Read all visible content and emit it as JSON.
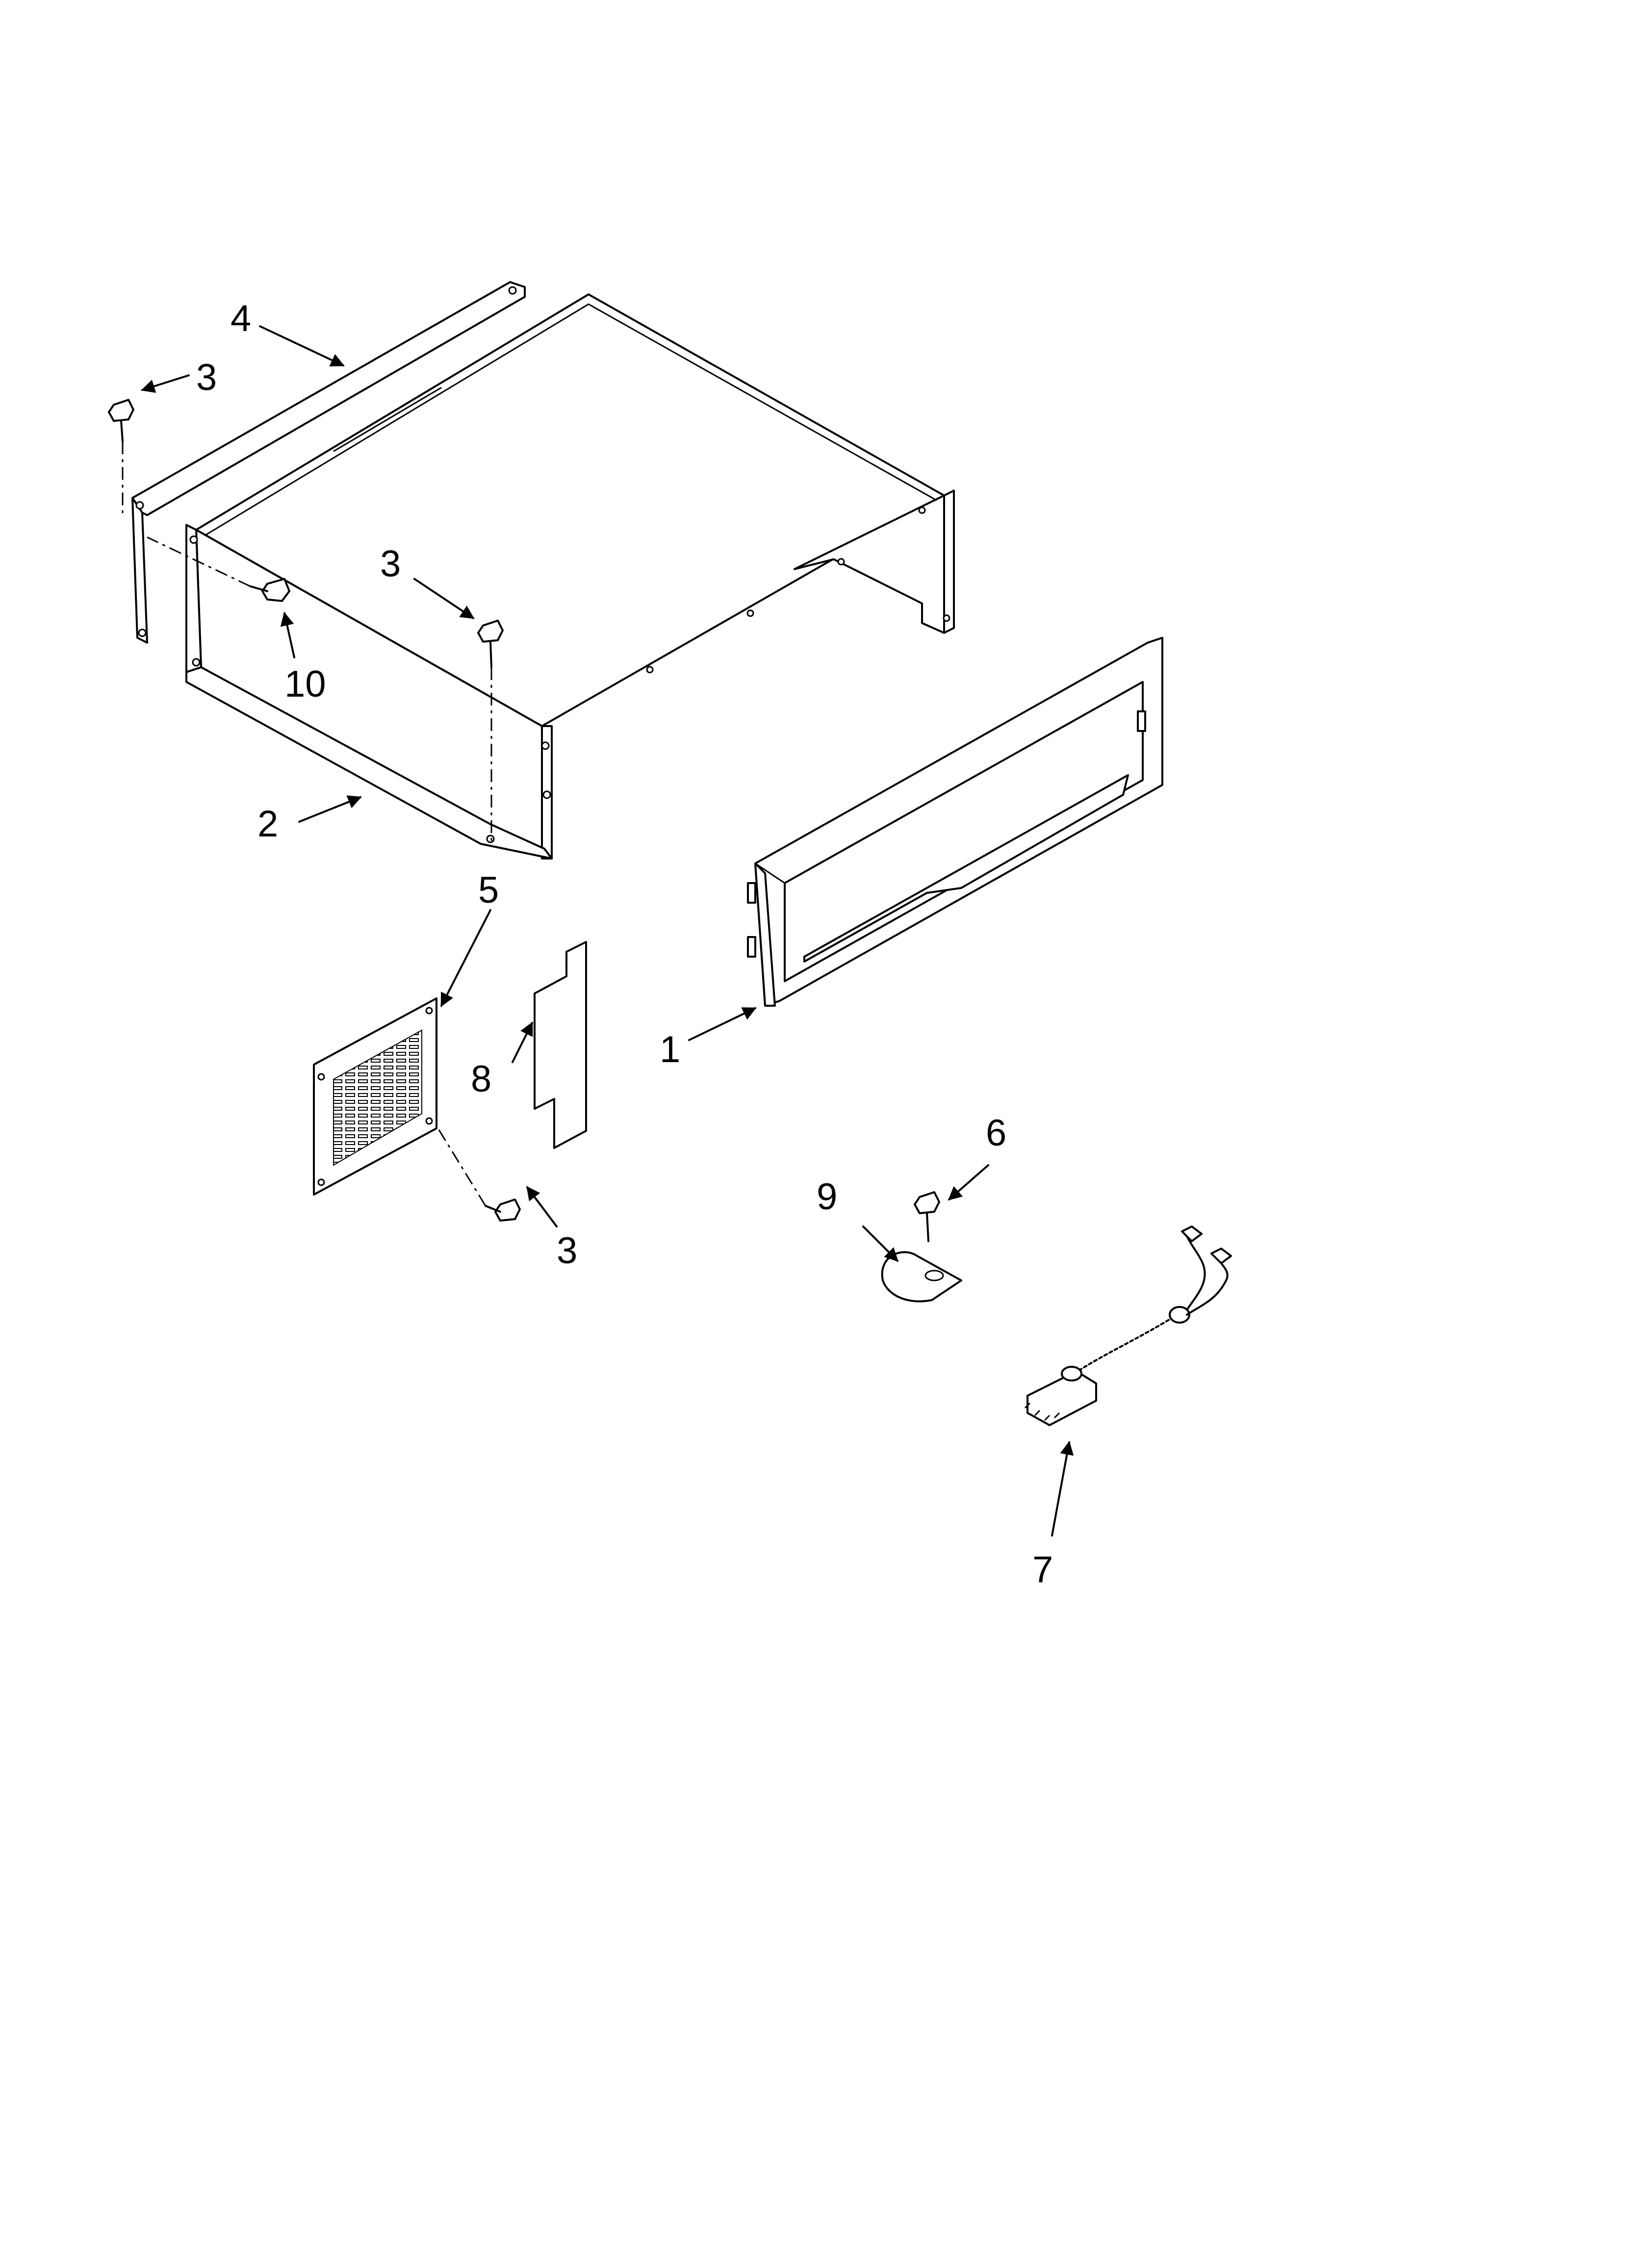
{
  "callouts": {
    "c1": "1",
    "c2": "2",
    "c3a": "3",
    "c3b": "3",
    "c3c": "3",
    "c4": "4",
    "c5": "5",
    "c6": "6",
    "c7": "7",
    "c8": "8",
    "c9": "9",
    "c10": "10"
  },
  "colors": {
    "line": "#000000",
    "background": "#ffffff"
  }
}
